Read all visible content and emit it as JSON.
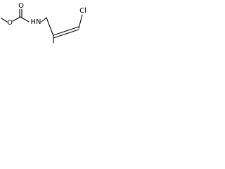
{
  "molecule": {
    "atom_labels": {
      "methoxy_oxygen": "O",
      "carbonyl_oxygen": "O",
      "amine": "HN",
      "chlorine": "Cl"
    },
    "bond_color": "#000000",
    "background": "#ffffff"
  }
}
